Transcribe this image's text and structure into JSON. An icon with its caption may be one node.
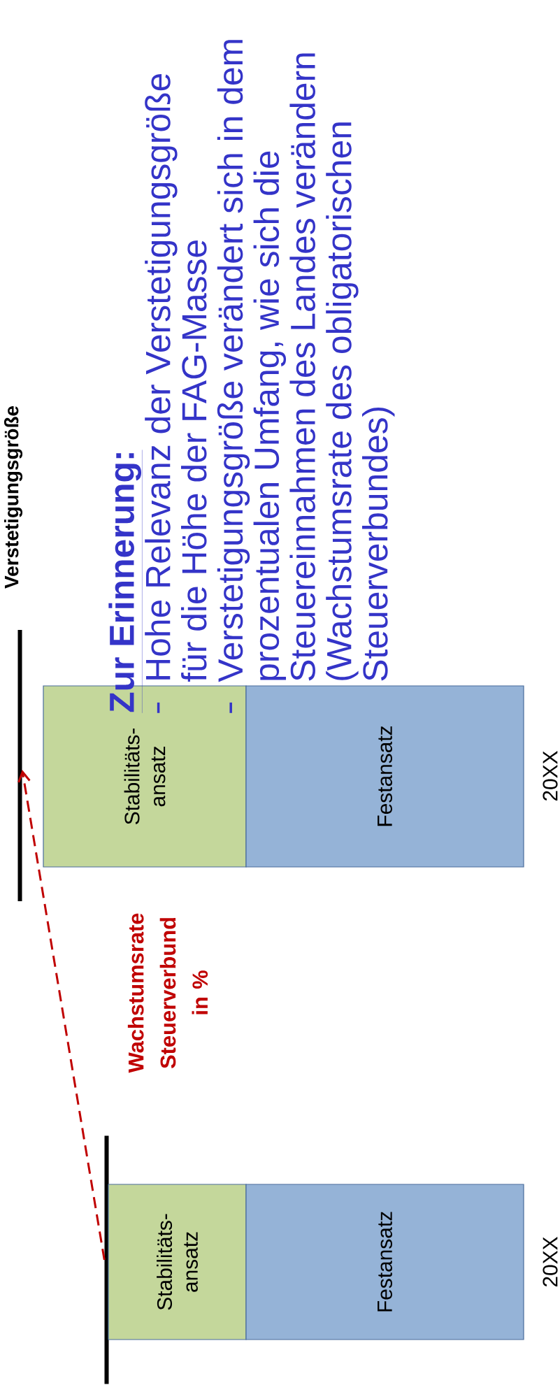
{
  "diagram": {
    "nodes": [
      {
        "text": [],
        "shape": "bar"
      },
      {
        "text": [
          "Stabilitäts- ansatz"
        ]
      },
      {
        "text": [
          "Festansatz"
        ],
        "beside": [
          "20XX"
        ]
      },
      {
        "text": [],
        "shape": "bar",
        "beside": [
          "Verstetigungsgröße"
        ]
      },
      {
        "text": [
          "Stabilitäts- ansatz"
        ]
      },
      {
        "text": [
          "Festansatz"
        ],
        "beside": [
          "20XX"
        ]
      }
    ],
    "edges": [
      {
        "from": 0,
        "to": 3,
        "arrow": "to",
        "label": "Wachstumsrate Steuerverbund in %",
        "style": "dashed",
        "color": "#c00000"
      }
    ],
    "labels": [
      "Zur Erinnerung:",
      "Hohe Relevanz der Verstetigungsgröße für die Höhe der FAG-Masse",
      "Verstetigungsgröße verändert sich in dem prozentualen Umfang, wie sich die Steuereinnahmen des Landes verändern (Wachstumsrate des obligatorischen Steuerverbundes)"
    ]
  }
}
